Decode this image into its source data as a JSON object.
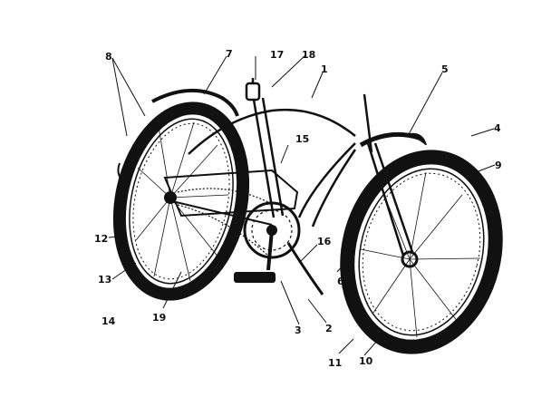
{
  "diagram": {
    "subject": "bicycle exploded-parts illustration",
    "ink_color": "#111111",
    "background_color": "#ffffff",
    "callouts": [
      {
        "id": "c8",
        "text": "8"
      },
      {
        "id": "c7",
        "text": "7"
      },
      {
        "id": "c17",
        "text": "17"
      },
      {
        "id": "c18",
        "text": "18"
      },
      {
        "id": "c1",
        "text": "1"
      },
      {
        "id": "c5",
        "text": "5"
      },
      {
        "id": "c4",
        "text": "4"
      },
      {
        "id": "c15",
        "text": "15"
      },
      {
        "id": "c9",
        "text": "9"
      },
      {
        "id": "c12",
        "text": "12"
      },
      {
        "id": "c13",
        "text": "13"
      },
      {
        "id": "c16",
        "text": "16"
      },
      {
        "id": "c6",
        "text": "6"
      },
      {
        "id": "c14",
        "text": "14"
      },
      {
        "id": "c19",
        "text": "19"
      },
      {
        "id": "c3",
        "text": "3"
      },
      {
        "id": "c2",
        "text": "2"
      },
      {
        "id": "c11",
        "text": "11"
      },
      {
        "id": "c10",
        "text": "10"
      }
    ]
  }
}
